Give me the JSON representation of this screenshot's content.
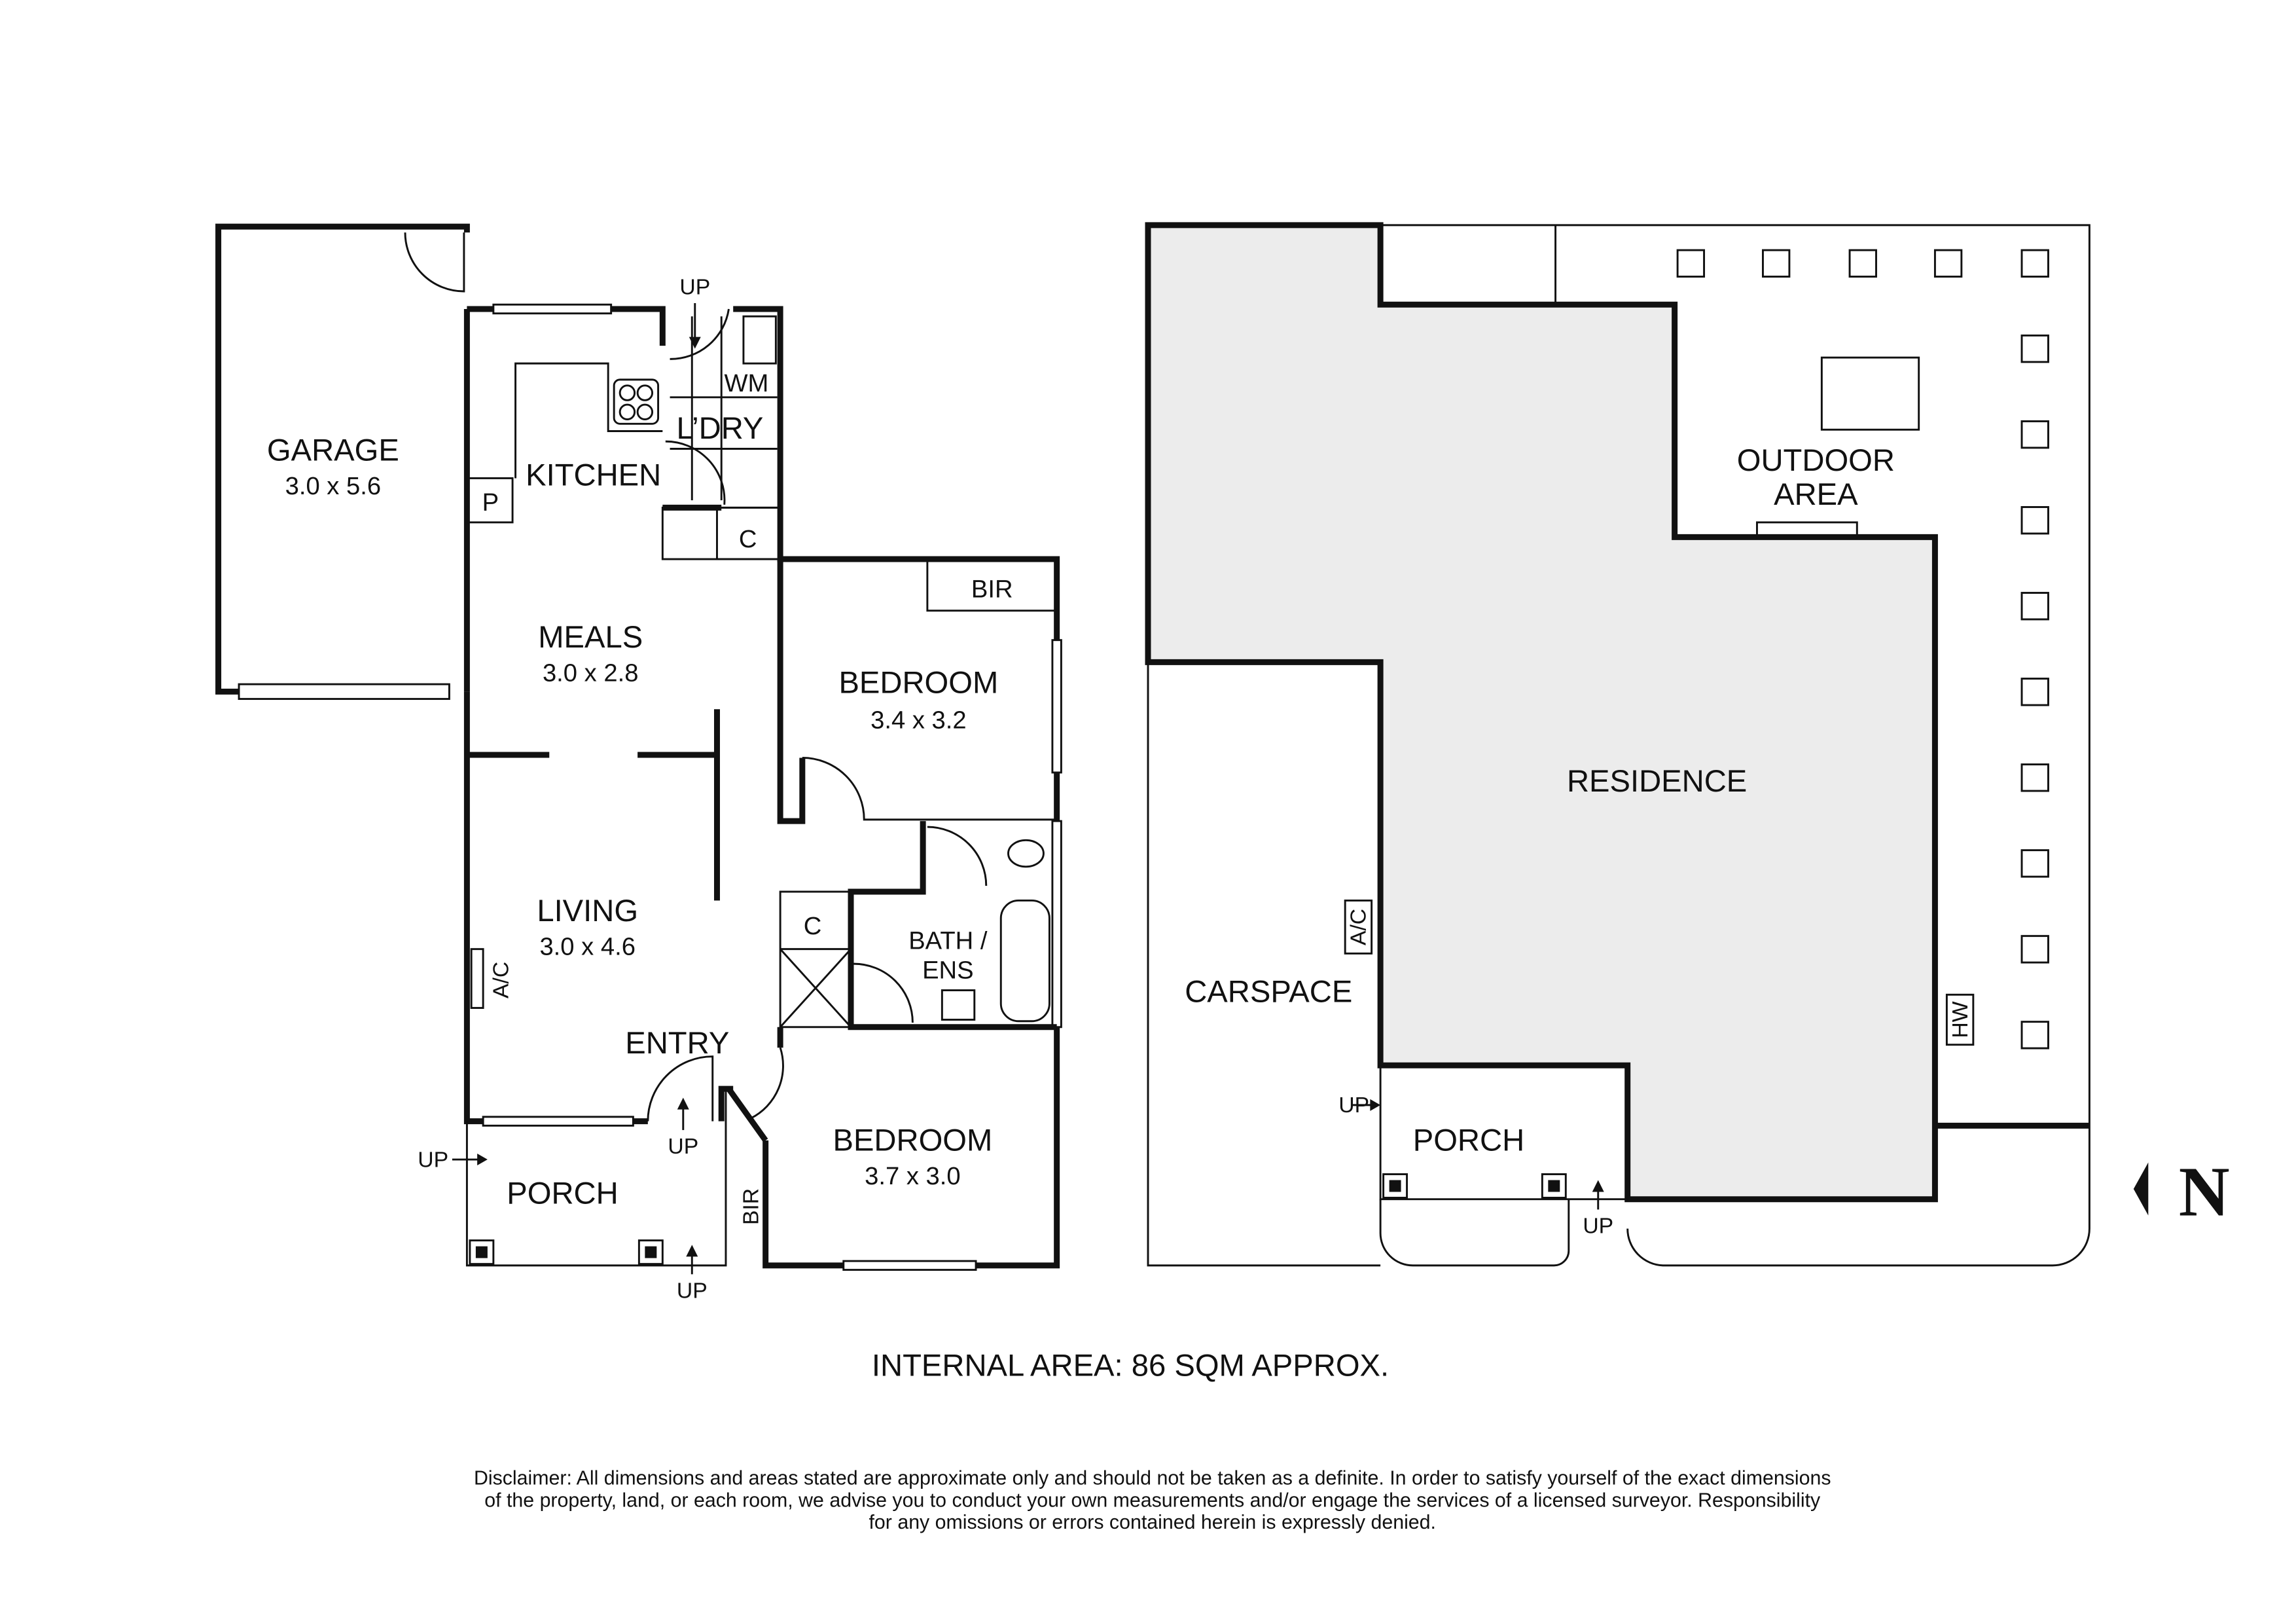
{
  "floorplan": {
    "rooms": {
      "garage": {
        "name": "GARAGE",
        "dim": "3.0 x 5.6"
      },
      "kitchen": {
        "name": "KITCHEN"
      },
      "laundry": {
        "name": "L’DRY"
      },
      "wm": "WM",
      "pantry": "P",
      "cupboard_kitchen": "C",
      "meals": {
        "name": "MEALS",
        "dim": "3.0 x 2.8"
      },
      "bedroom1": {
        "name": "BEDROOM",
        "dim": "3.4 x 3.2"
      },
      "bir1": "BIR",
      "living": {
        "name": "LIVING",
        "dim": "3.0 x 4.6"
      },
      "ac": "A/C",
      "bath": {
        "name_line1": "BATH /",
        "name_line2": "ENS"
      },
      "cupboard_bath": "C",
      "entry": {
        "name": "ENTRY"
      },
      "bedroom2": {
        "name": "BEDROOM",
        "dim": "3.7 x 3.0"
      },
      "bir2": "BIR",
      "porch": {
        "name": "PORCH"
      }
    },
    "up_labels": [
      "UP",
      "UP",
      "UP",
      "UP"
    ]
  },
  "siteplan": {
    "outdoor_line1": "OUTDOOR",
    "outdoor_line2": "AREA",
    "residence": "RESIDENCE",
    "carspace": "CARSPACE",
    "ac": "A/C",
    "hw": "HW",
    "porch": "PORCH",
    "up_labels": [
      "UP",
      "UP"
    ],
    "residence_fill": "#ececec"
  },
  "north": "N",
  "internal_area": "INTERNAL AREA: 86 SQM APPROX.",
  "disclaimer": [
    "Disclaimer: All dimensions and areas stated are approximate only and should not be taken as a definite. In order to satisfy yourself of the exact dimensions",
    "of the property, land, or each room, we advise you to conduct your own measurements and/or engage the services of a licensed surveyor. Responsibility",
    "for any omissions or errors contained herein is expressly denied."
  ]
}
